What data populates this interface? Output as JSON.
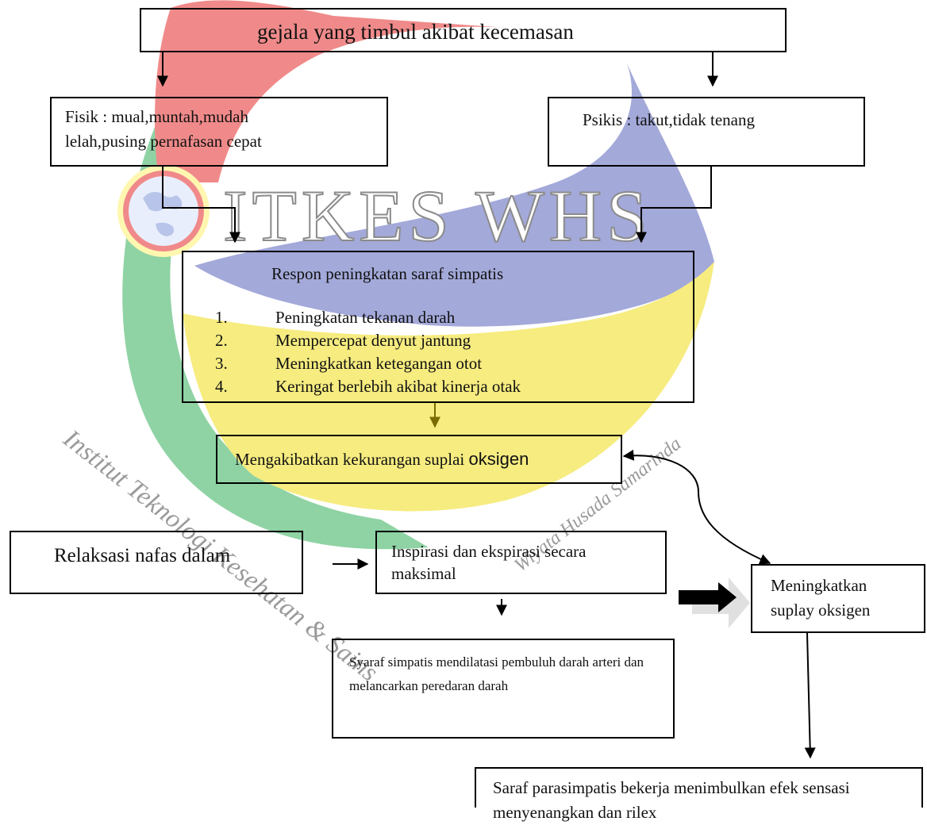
{
  "boxes": {
    "title": "gejala yang timbul akibat kecemasan",
    "fisik": "Fisik : mual,muntah,mudah lelah,pusing pernafasan cepat",
    "psikis": "Psikis : takut,tidak tenang",
    "respon": {
      "heading": "Respon peningkatan saraf simpatis",
      "items": [
        {
          "num": "1.",
          "text": "Peningkatan tekanan darah"
        },
        {
          "num": "2.",
          "text": "Mempercepat denyut jantung"
        },
        {
          "num": "3.",
          "text": "Meningkatkan ketegangan otot"
        },
        {
          "num": "4.",
          "text": "Keringat berlebih akibat kinerja otak"
        }
      ]
    },
    "akibat_main": "Mengakibatkan kekurangan suplai ",
    "akibat_tail": "oksigen",
    "relaksasi": "Relaksasi nafas dalam",
    "inspirasi": "Inspirasi dan ekspirasi secara maksimal",
    "suplay": "Meningkatkan suplay oksigen",
    "syaraf": "Syaraf simpatis mendilatasi pembuluh darah arteri dan melancarkan peredaran darah",
    "parasimpatis": "Saraf parasimpatis bekerja menimbulkan efek sensasi menyenangkan dan rilex"
  },
  "watermark": {
    "big": "ITKES WHS",
    "arc_left": "Institut Teknologi Kesehatan & Sains",
    "arc_right": "Wiyata Husada Samarinda",
    "colors": {
      "red": "#f08a8a",
      "blue": "#a3a9d9",
      "yellow": "#f6ec80",
      "green": "#8fd3a4"
    }
  }
}
